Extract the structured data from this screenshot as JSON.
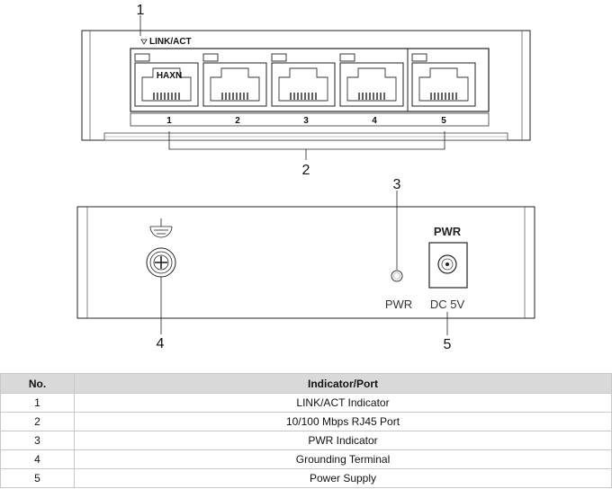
{
  "diagram": {
    "front_panel": {
      "led_label": "LINK/ACT",
      "ports": [
        "1",
        "2",
        "3",
        "4",
        "5"
      ],
      "port1_marking": "HAXN"
    },
    "rear_panel": {
      "pwr_led_label": "PWR",
      "power_jack_top_label": "PWR",
      "power_jack_bottom_label": "DC 5V"
    },
    "callouts": [
      "1",
      "2",
      "3",
      "4",
      "5"
    ]
  },
  "table": {
    "headers": [
      "No.",
      "Indicator/Port"
    ],
    "rows": [
      {
        "no": "1",
        "item": "LINK/ACT Indicator"
      },
      {
        "no": "2",
        "item": "10/100 Mbps RJ45 Port"
      },
      {
        "no": "3",
        "item": "PWR Indicator"
      },
      {
        "no": "4",
        "item": "Grounding Terminal"
      },
      {
        "no": "5",
        "item": "Power Supply"
      }
    ]
  }
}
